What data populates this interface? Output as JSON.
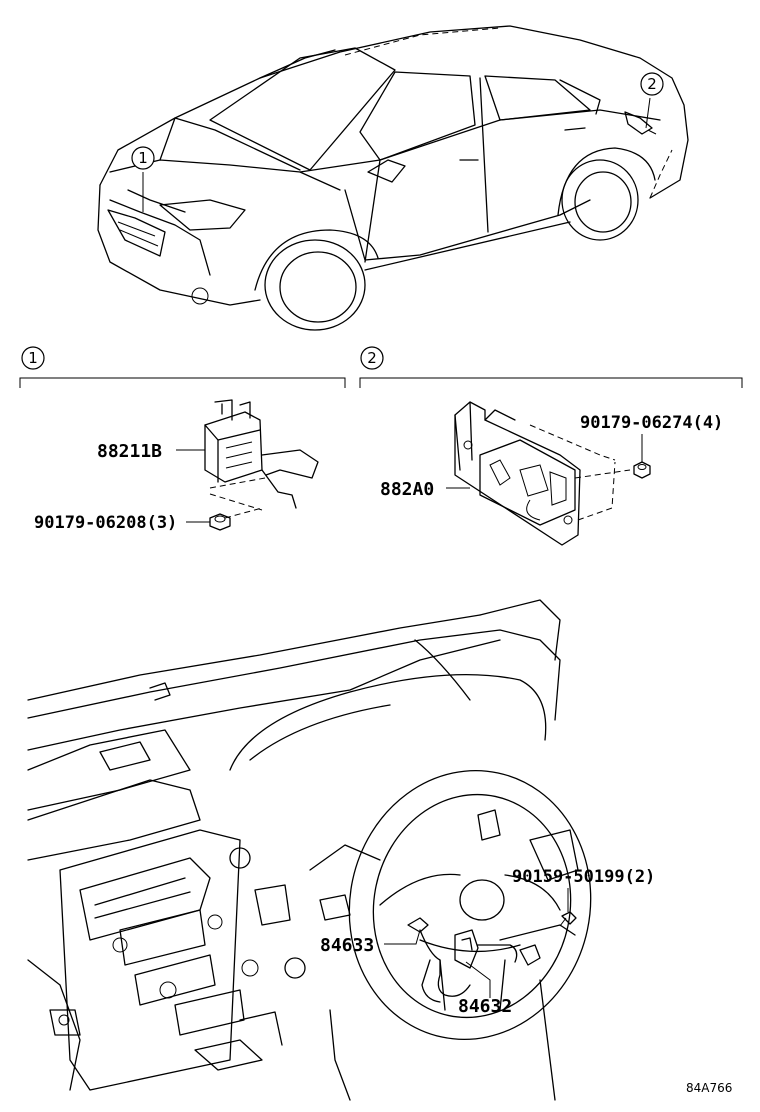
{
  "callouts": {
    "car_front": "1",
    "car_rear": "2",
    "section1": "1",
    "section2": "2"
  },
  "parts": {
    "p88211B": "88211B",
    "p90179_06208": "90179-06208(3)",
    "p882A0": "882A0",
    "p90179_06274": "90179-06274(4)",
    "p90159_50199": "90159-50199(2)",
    "p84633": "84633",
    "p84632": "84632"
  },
  "figure_id": "84A766"
}
